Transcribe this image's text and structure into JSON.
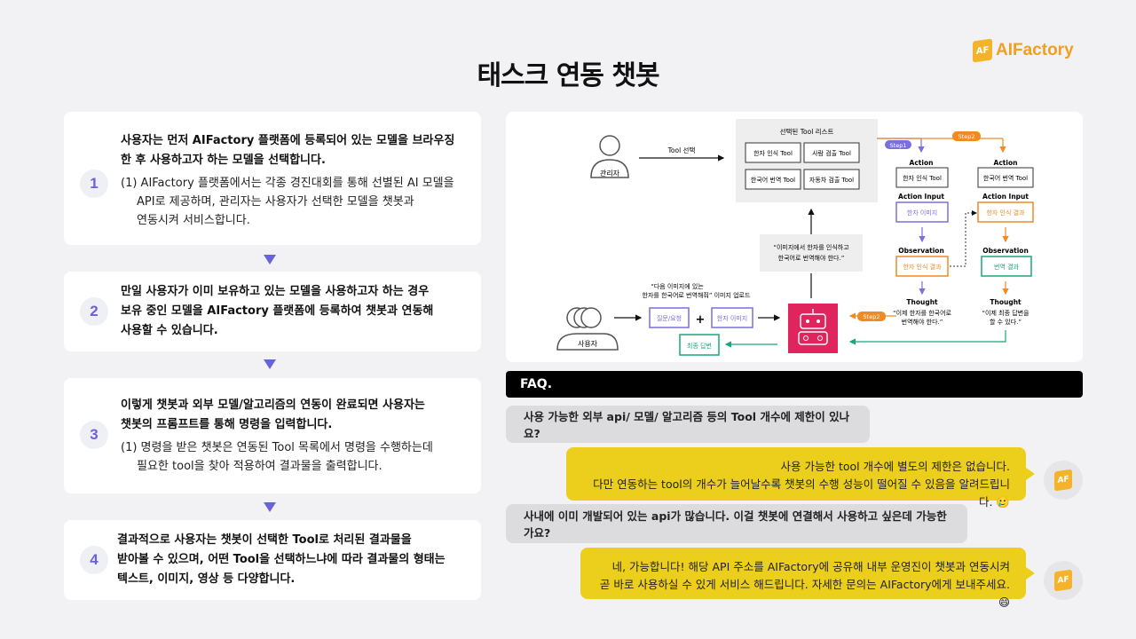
{
  "header": {
    "title": "태스크 연동 챗봇",
    "logo_text": "AIFactory",
    "logo_mark": "AF"
  },
  "steps": [
    {
      "num": "1",
      "bold": [
        "사용자는 먼저 AIFactory 플랫폼에 등록되어 있는 모델을 브라우징",
        "한 후 사용하고자 하는 모델을 선택합니다."
      ],
      "sub": [
        "(1) AIFactory 플랫폼에서는 각종 경진대회를 통해 선별된 AI 모델을",
        "API로 제공하며, 관리자는 사용자가 선택한 모델을 챗봇과",
        "연동시켜 서비스합니다."
      ]
    },
    {
      "num": "2",
      "bold": [
        "만일 사용자가 이미 보유하고 있는 모델을 사용하고자 하는 경우",
        "보유 중인 모델을 AIFactory 플랫폼에 등록하여 챗봇과 연동해",
        "사용할 수 있습니다."
      ]
    },
    {
      "num": "3",
      "bold": [
        "이렇게 챗봇과 외부 모델/알고리즘의 연동이 완료되면 사용자는",
        "챗봇의 프롬프트를 통해 명령을 입력합니다."
      ],
      "sub": [
        "(1) 명령을 받은 챗봇은 연동된 Tool 목록에서 명령을 수행하는데",
        "필요한 tool을 찾아 적용하여 결과물을 출력합니다."
      ]
    },
    {
      "num": "4",
      "bold": [
        "결과적으로 사용자는 챗봇이 선택한 Tool로 처리된 결과물을",
        "받아볼 수 있으며, 어떤 Tool을 선택하느냐에 따라 결과물의 형태는",
        "텍스트, 이미지, 영상 등 다양합니다."
      ]
    }
  ],
  "diagram": {
    "admin": "관리자",
    "tool_select": "Tool 선택",
    "tool_list_title": "선택된 Tool 리스트",
    "tools": [
      "한자 인식 Tool",
      "사람 검출 Tool",
      "한국어 번역 Tool",
      "자동차 검출 Tool"
    ],
    "instruction": [
      "“이미지에서 한자를 인식하고",
      "한국어로 번역해야 한다.”"
    ],
    "user_quote": [
      "“다음 이미지에 있는",
      "한자를 한국어로 번역해줘”"
    ],
    "image_upload": "이미지 업로드",
    "user": "사용자",
    "question": "질문/요청",
    "plus": "+",
    "hanja_image": "한자 이미지",
    "final_answer": "최종 답변",
    "step1": "Step1",
    "step2": "Step2",
    "action": "Action",
    "action_input": "Action Input",
    "observation": "Observation",
    "thought": "Thought",
    "col1": {
      "action": "한자 인식 Tool",
      "input": "한자 이미지",
      "obs": "한자 인식 결과",
      "thought": [
        "“이제 한자를 한국어로",
        "번역해야 한다.”"
      ]
    },
    "col2": {
      "action": "한국어 번역 Tool",
      "input": "한자 인식 결과",
      "obs": "번역 결과",
      "thought": [
        "“이제 최종 답변을",
        "할 수 있다.”"
      ]
    },
    "colors": {
      "purple": "#7b6fe0",
      "orange": "#f08a24",
      "green": "#1aa57a",
      "robot": "#e0245e"
    }
  },
  "faq": {
    "title": "FAQ.",
    "items": [
      {
        "q": "사용 가능한 외부 api/ 모델/ 알고리즘 등의 Tool 개수에 제한이 있나요?",
        "a": [
          "사용 가능한 tool 개수에 별도의 제한은 없습니다.",
          "다만 연동하는 tool의 개수가 늘어날수록 챗봇의 수행 성능이 떨어질 수 있음을 알려드립니다. 🥲"
        ]
      },
      {
        "q": "사내에 이미 개발되어 있는 api가 많습니다. 이걸 챗봇에 연결해서 사용하고 싶은데 가능한가요?",
        "a": [
          "네, 가능합니다! 해당 API 주소를 AIFactory에 공유해 내부 운영진이 챗봇과 연동시켜",
          "곧 바로 사용하실 수 있게 서비스 해드립니다. 자세한 문의는 AIFactory에게 보내주세요. 😄"
        ]
      }
    ]
  }
}
